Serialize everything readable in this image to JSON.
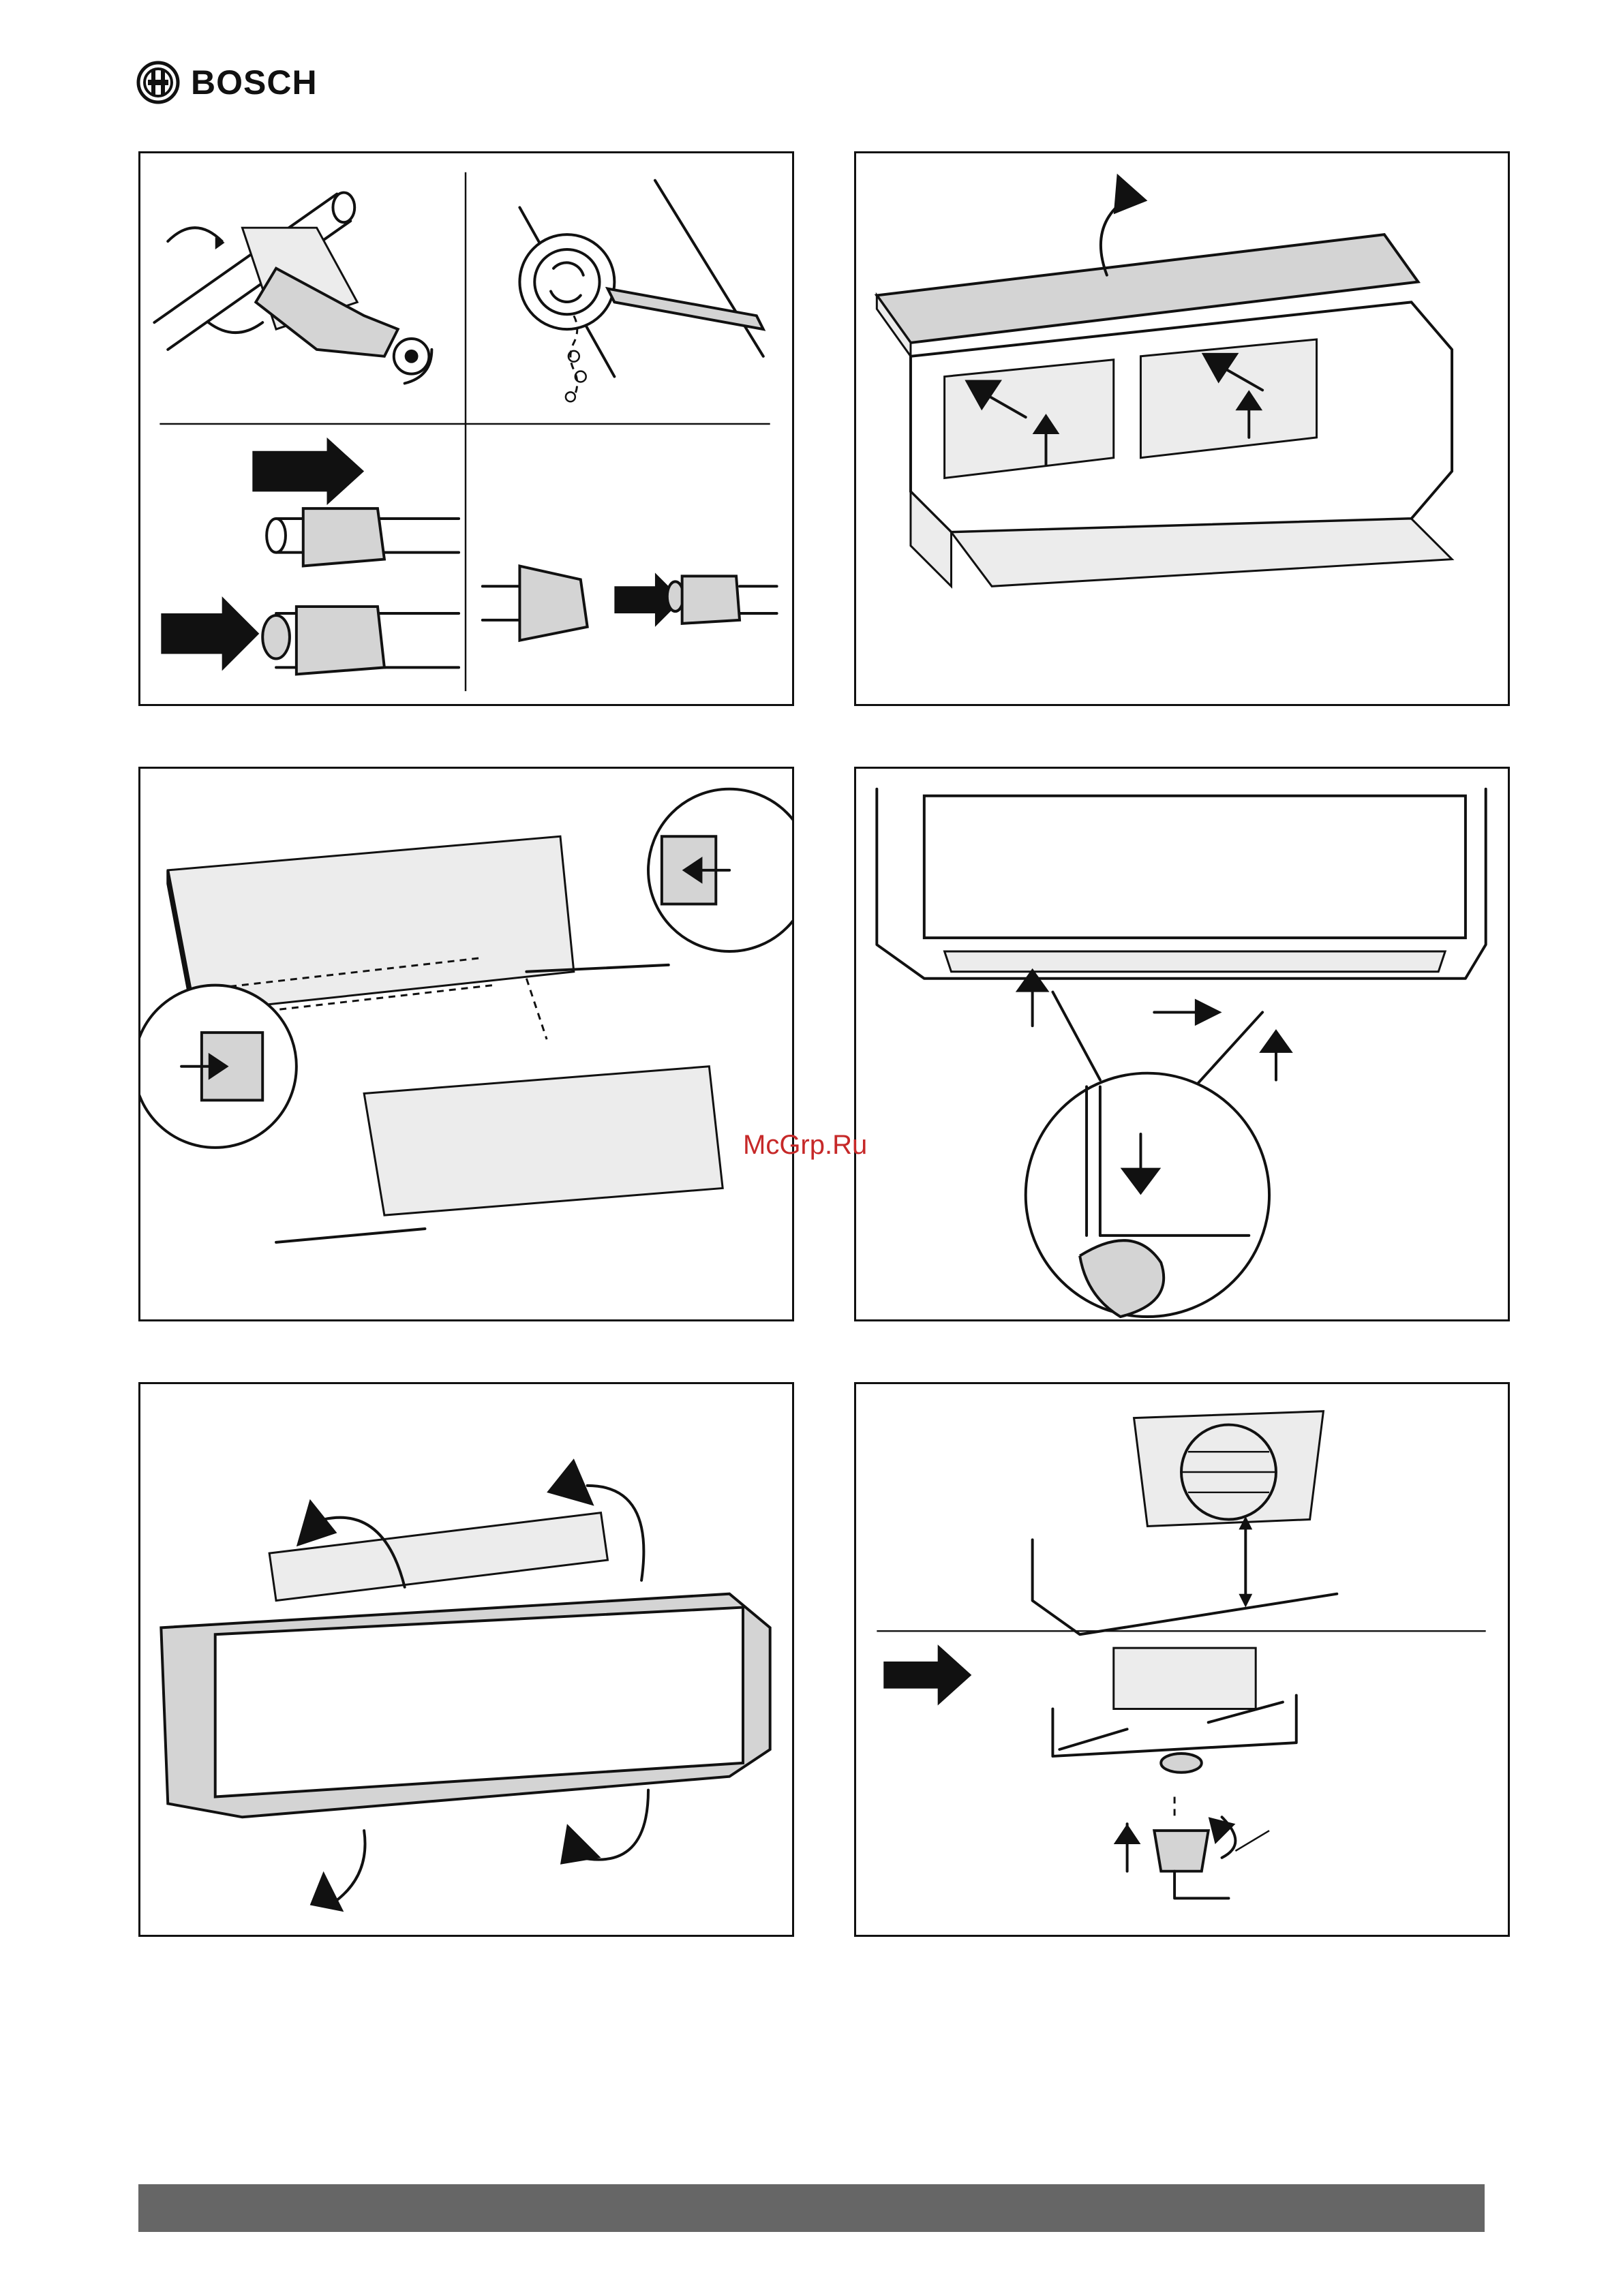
{
  "brand": {
    "name": "BOSCH"
  },
  "watermark": {
    "text": "McGrp.Ru"
  },
  "colors": {
    "accent_red": "#c62828",
    "footer_bar": "#666666",
    "line": "#111111",
    "fill_gray": "#d4d4d4"
  },
  "icons": [
    "bosch-armature-logo",
    "arrow-icon",
    "rotate-arrow-icon"
  ]
}
